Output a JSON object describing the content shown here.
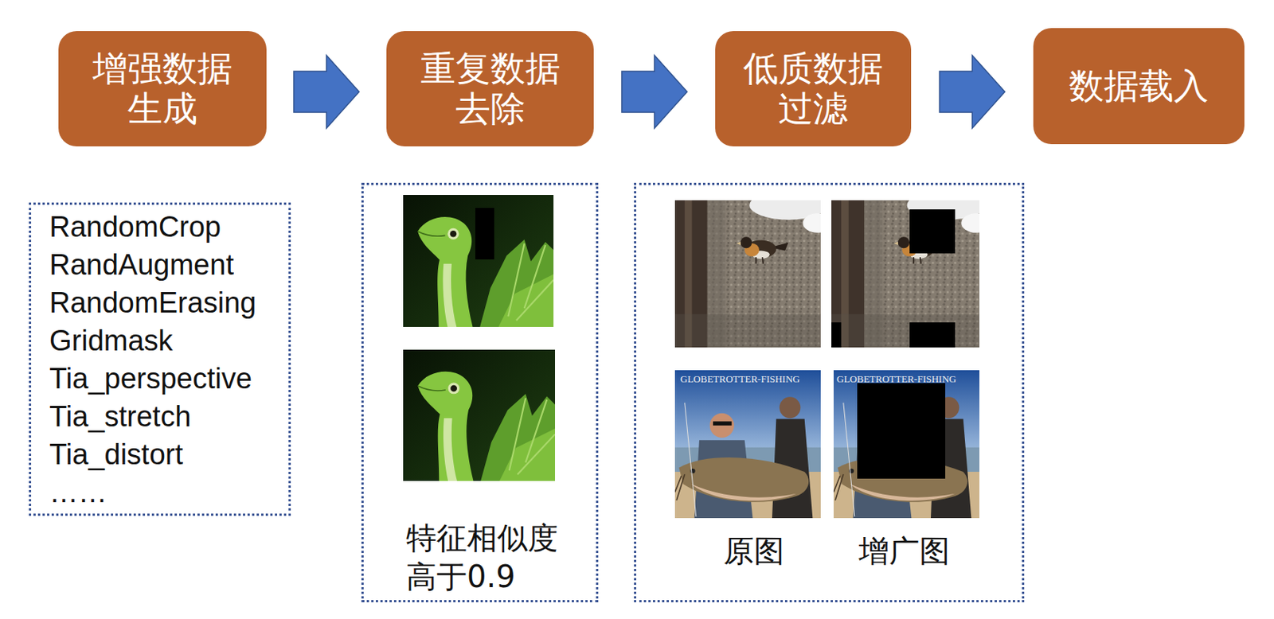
{
  "diagram": {
    "nodes": [
      {
        "text": [
          "增强数据 生成"
        ]
      },
      {
        "text": [
          "重复数据 去除"
        ]
      },
      {
        "text": [
          "低质数据 过滤"
        ]
      },
      {
        "text": [
          "数据载入"
        ]
      },
      {
        "text": [
          "RandomCrop",
          "RandAugment",
          "RandomErasing",
          "Gridmask",
          "Tia_perspective",
          "Tia_stretch",
          "Tia_distort",
          "……"
        ]
      },
      {
        "text": [
          "特征相似度 高于0.9"
        ]
      },
      {
        "text": [
          "原图",
          "增广图"
        ]
      }
    ],
    "edges": [
      {
        "from": 0,
        "to": 1,
        "arrow": "to"
      },
      {
        "from": 1,
        "to": 2,
        "arrow": "to"
      },
      {
        "from": 2,
        "to": 3,
        "arrow": "to"
      }
    ],
    "labels": [
      "GLOBETROTTER-FISHING",
      "GLOBETROTTER-FISHING"
    ]
  }
}
